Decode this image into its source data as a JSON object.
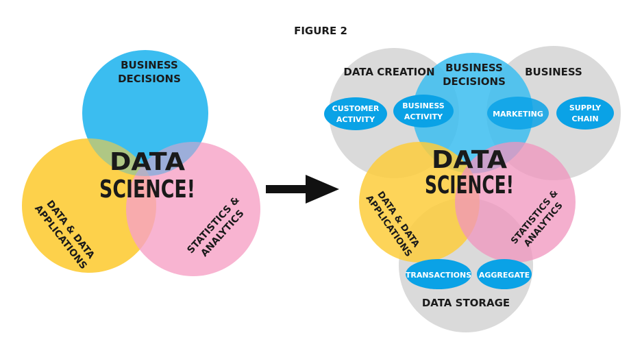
{
  "figure_title": "FIGURE 2",
  "left_diagram": {
    "business": [
      "BUSINESS",
      "DECISIONS"
    ],
    "center": [
      "DATA",
      "SCIENCE!"
    ],
    "data_apps": [
      "DATA & DATA",
      "APPLICATIONS"
    ],
    "stats": [
      "STATISTICS &",
      "ANALYTICS"
    ]
  },
  "right_diagram": {
    "data_creation": "DATA CREATION",
    "business": "BUSINESS",
    "business_decisions": [
      "BUSINESS",
      "DECISIONS"
    ],
    "center": [
      "DATA",
      "SCIENCE!"
    ],
    "data_apps": [
      "DATA & DATA",
      "APPLICATIONS"
    ],
    "stats": [
      "STATISTICS &",
      "ANALYTICS"
    ],
    "data_storage": "DATA STORAGE",
    "pills": {
      "customer_activity": [
        "CUSTOMER",
        "ACTIVITY"
      ],
      "business_activity": [
        "BUSINESS",
        "ACTIVITY"
      ],
      "marketing": "MARKETING",
      "supply_chain": [
        "SUPPLY",
        "CHAIN"
      ],
      "transactions": "TRANSACTIONS",
      "aggregate": "AGGREGATE"
    }
  },
  "colors": {
    "blue": "#3bbdf0",
    "yellow": "#fdcd3c",
    "pink": "#f6a1c6",
    "gray": "#d4d4d4",
    "pill": "#0aa2e6",
    "arrow": "#111111"
  }
}
